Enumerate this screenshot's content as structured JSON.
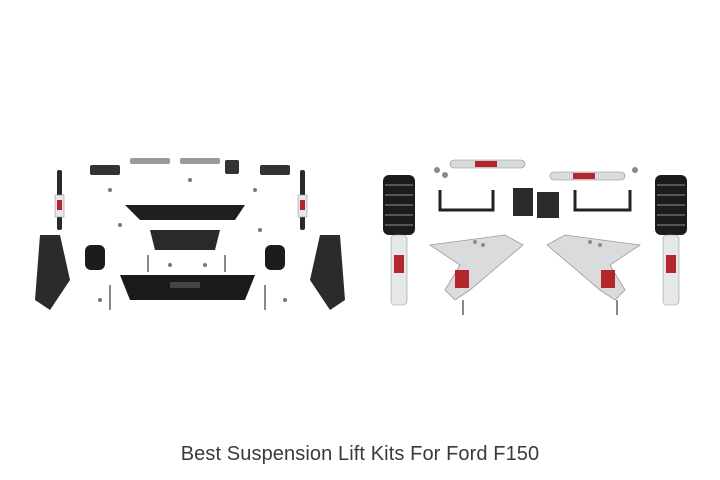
{
  "caption": "Best Suspension Lift Kits For Ford F150",
  "colors": {
    "background": "#ffffff",
    "part_dark": "#1f1f1f",
    "part_silver": "#d8dadc",
    "shock_red": "#b3262e",
    "caption_text": "#3a3a3a"
  },
  "images": [
    {
      "name": "lift-kit-full-parts-image"
    },
    {
      "name": "lift-kit-struts-control-arms-image"
    }
  ]
}
